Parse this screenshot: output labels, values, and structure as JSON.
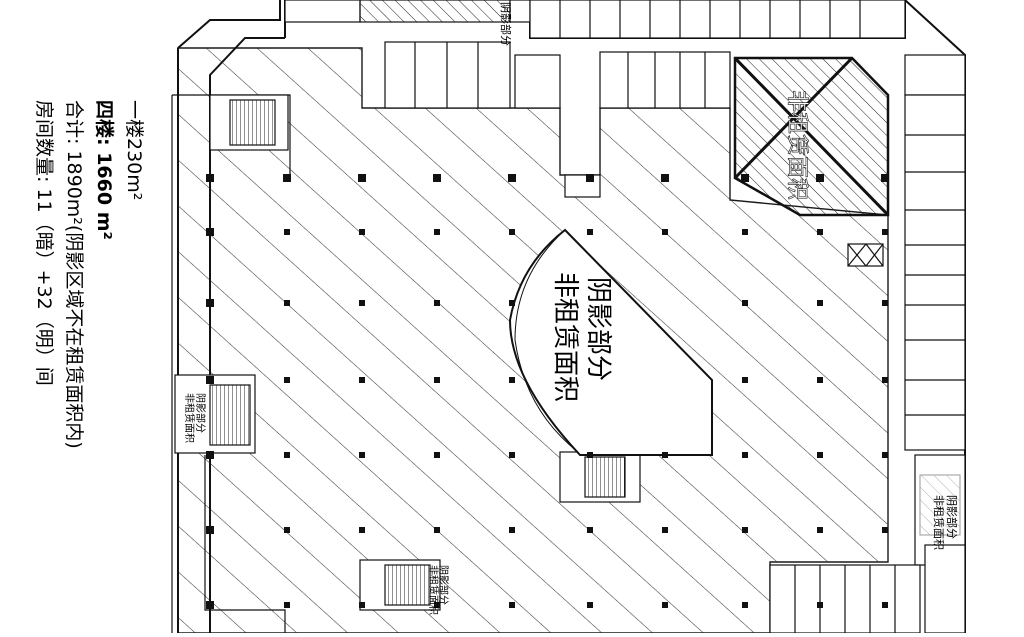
{
  "stats": {
    "line1": "一楼230m²",
    "line2": "四楼: 1660 m²",
    "line3": "合计: 1890m²(阴影区域不在租赁面积内)",
    "line4": "房间数量: 11（暗）+32（明）间"
  },
  "center_label": {
    "line1": "阴影部分",
    "line2": "非租赁面积"
  },
  "top_right_label": "非租赁面积",
  "right_label": {
    "line1": "阴影部分",
    "line2": "非租赁面积"
  },
  "left_stair_label": {
    "line1": "阴影部分",
    "line2": "非租赁面积"
  },
  "bottom_stair_label": {
    "line1": "阴影部分",
    "line2": "非租赁面积"
  },
  "top_label": "阴影部分",
  "colors": {
    "line": "#1a1a1a",
    "hatch": "#333333",
    "bg": "#ffffff"
  }
}
